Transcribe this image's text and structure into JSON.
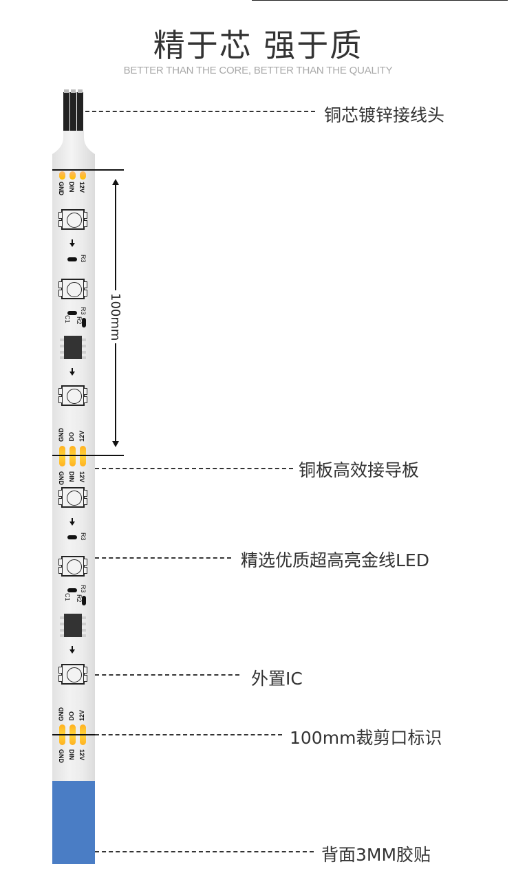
{
  "header": {
    "title": "精于芯 强于质",
    "subtitle": "BETTER THAN THE CORE, BETTER THAN THE QUALITY"
  },
  "dimension": {
    "label": "100mm"
  },
  "pin_labels": {
    "gnd": "GND",
    "din": "DIN",
    "do": "DO",
    "v12": "12V"
  },
  "component_labels": {
    "r3": "R3",
    "r2": "R2",
    "c1": "C1"
  },
  "callouts": [
    {
      "label": "铜芯镀锌接线头"
    },
    {
      "label": "铜板高效接导板"
    },
    {
      "label": "精选优质超高亮金线LED"
    },
    {
      "label": "外置IC"
    },
    {
      "label": "100mm裁剪口标识"
    },
    {
      "label": "背面3MM胶贴"
    }
  ],
  "colors": {
    "backing_tape": "#4a7dc5",
    "solder_pad": "#ffc000",
    "title_text": "#333333",
    "subtitle_text": "#a8a8a8"
  }
}
